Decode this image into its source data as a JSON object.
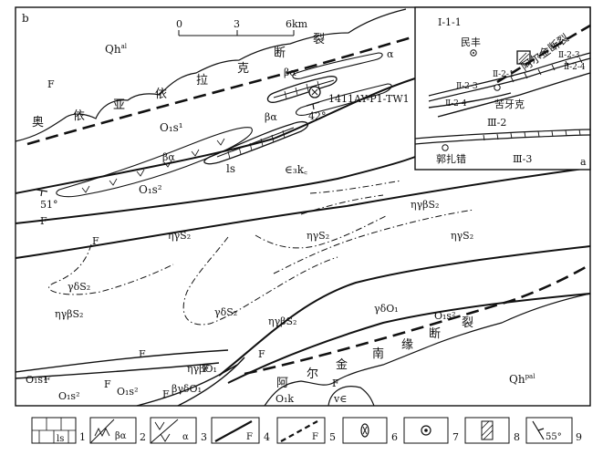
{
  "main_map": {
    "panel_label": "b",
    "scale": {
      "ticks": [
        "0",
        "3",
        "6km"
      ]
    },
    "fault_north_chars": [
      "奥",
      "依",
      "亚",
      "依",
      "拉",
      "克",
      "断",
      "裂"
    ],
    "fault_south_chars": [
      "阿",
      "尔",
      "金",
      "南",
      "缘",
      "断",
      "裂"
    ],
    "fault_marks": [
      "F",
      "F",
      "F",
      "F",
      "F",
      "F",
      "F",
      "F",
      "F",
      "F"
    ],
    "units": {
      "qh_nw": "Qh",
      "qh_nw_sup": "al",
      "qh_se": "Qh",
      "qh_se_sup": "pal",
      "o1s1_a": "O₁s¹",
      "o1s2_a": "O₁s²",
      "o1s1_b": "O₁s¹",
      "o1s2_b": "O₁s²",
      "o1s2_c": "O₁s²",
      "o1s2_d": "O₁s²",
      "o1k": "O₁k",
      "cambrian": "∈₃k꜀",
      "ls": "ls",
      "ba1": "βα",
      "ba2": "βα",
      "ba3": "βα",
      "alpha": "α",
      "bgdo": "βγδO₁",
      "ve": "v∈",
      "gbo": "ηγβO₁",
      "igbs_1": "ηγβS₂",
      "igbs_2": "ηγβS₂",
      "igbs_3": "ηγβS₂",
      "igs_1": "ηγS₂",
      "igs_2": "ηγS₂",
      "igs_3": "ηγS₂",
      "gds_1": "γδS₂",
      "gds_2": "γδS₂",
      "gdo": "γδO₁"
    },
    "sample_id": "1411AY-P1-TW1",
    "dips": [
      "42°",
      "51°"
    ]
  },
  "inset": {
    "panel_label": "a",
    "fault_label": "阿尔金断裂",
    "town_1": "民丰",
    "town_2": "苦牙克",
    "town_3": "郭扎错",
    "zones": {
      "i11": "Ⅰ-1-1",
      "ii21": "Ⅱ-2-1",
      "ii23": "Ⅱ-2-3",
      "ii24": "Ⅱ-2-4",
      "ii23b": "Ⅱ-2-3",
      "ii24b": "Ⅱ-2-4",
      "iii2": "Ⅲ-2",
      "iii3": "Ⅲ-3"
    }
  },
  "legend": {
    "items": [
      {
        "num": "1",
        "label": "ls"
      },
      {
        "num": "2",
        "label": "βα"
      },
      {
        "num": "3",
        "label": "α"
      },
      {
        "num": "4",
        "label": "F"
      },
      {
        "num": "5",
        "label": "F"
      },
      {
        "num": "6",
        "label": ""
      },
      {
        "num": "7",
        "label": ""
      },
      {
        "num": "8",
        "label": ""
      },
      {
        "num": "9",
        "label": "55°"
      }
    ]
  },
  "colors": {
    "line": "#111111",
    "background": "#ffffff"
  }
}
